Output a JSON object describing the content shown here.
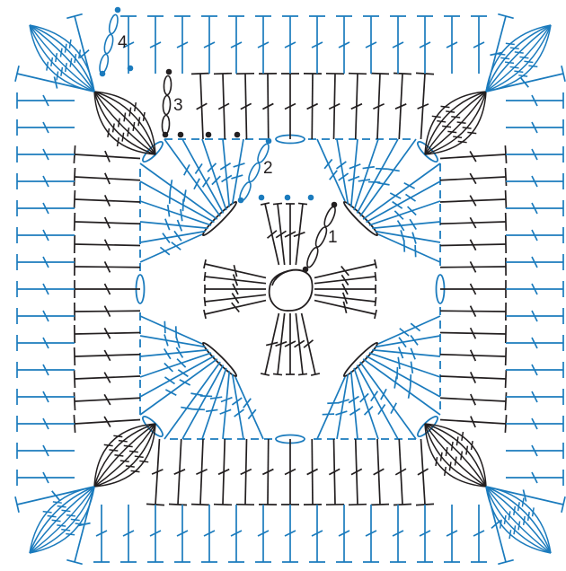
{
  "rounds": [
    {
      "label": "1",
      "color": "#231f20"
    },
    {
      "label": "2",
      "color": "#1b7bbd"
    },
    {
      "label": "3",
      "color": "#231f20"
    },
    {
      "label": "4",
      "color": "#1b7bbd"
    }
  ],
  "background": "#ffffff"
}
